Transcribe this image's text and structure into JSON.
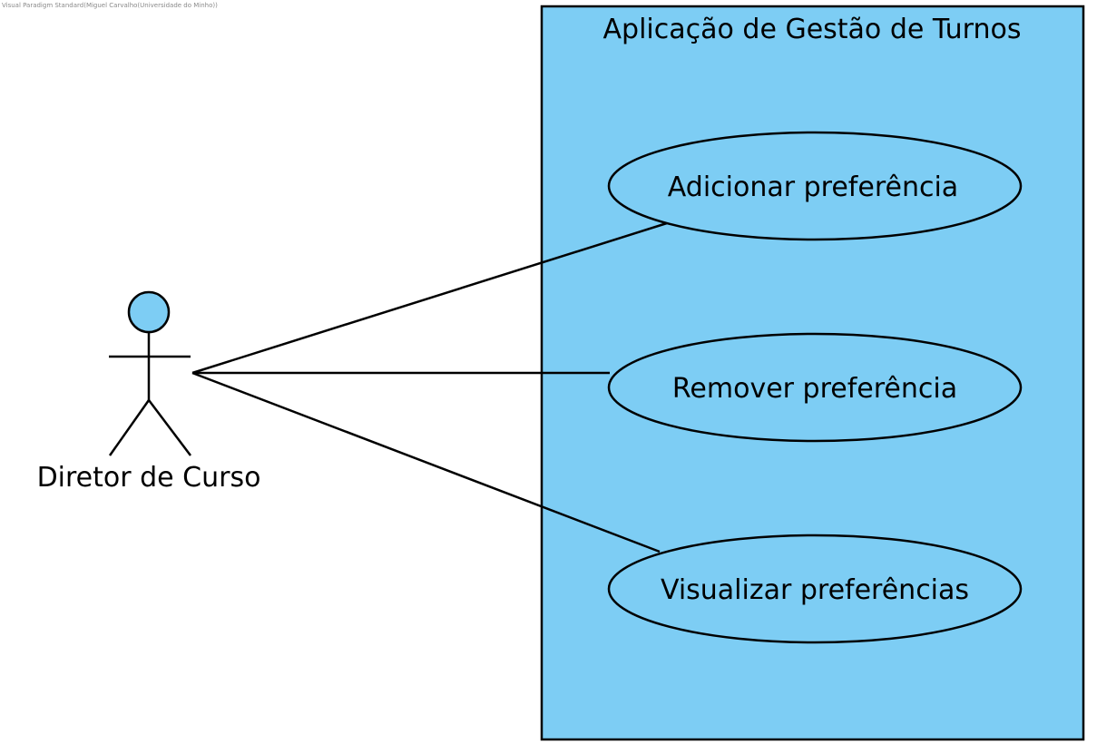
{
  "watermark": "Visual Paradigm Standard(Miguel Carvalho(Universidade do Minho))",
  "system": {
    "title": "Aplicação de Gestão de Turnos"
  },
  "actor": {
    "name": "Diretor de Curso"
  },
  "use_cases": [
    {
      "label": "Adicionar preferência"
    },
    {
      "label": "Remover preferência"
    },
    {
      "label": "Visualizar preferências"
    }
  ],
  "colors": {
    "fill": "#7dcdf4",
    "stroke": "#000000",
    "background": "#ffffff"
  }
}
